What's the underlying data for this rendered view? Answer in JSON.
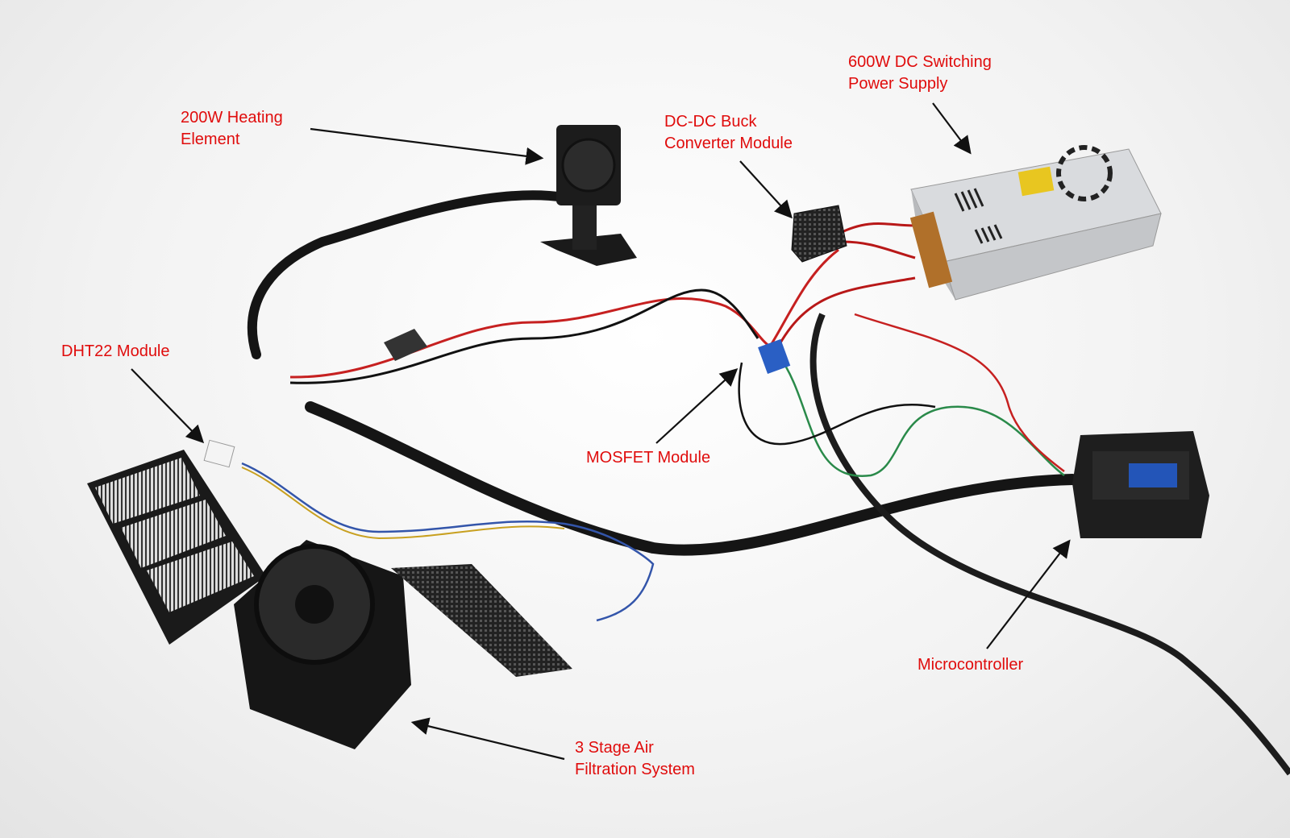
{
  "labels": {
    "heating": {
      "line1": "200W Heating",
      "line2": "Element"
    },
    "buck": {
      "line1": "DC-DC Buck",
      "line2": "Converter Module"
    },
    "psu": {
      "line1": "600W DC Switching",
      "line2": "Power Supply"
    },
    "dht": {
      "line1": "DHT22 Module"
    },
    "mosfet": {
      "line1": "MOSFET Module"
    },
    "mcu": {
      "line1": "Microcontroller"
    },
    "filter": {
      "line1": "3 Stage Air",
      "line2": "Filtration System"
    }
  },
  "colors": {
    "label": "#e00c0c",
    "arrow": "#111111"
  }
}
